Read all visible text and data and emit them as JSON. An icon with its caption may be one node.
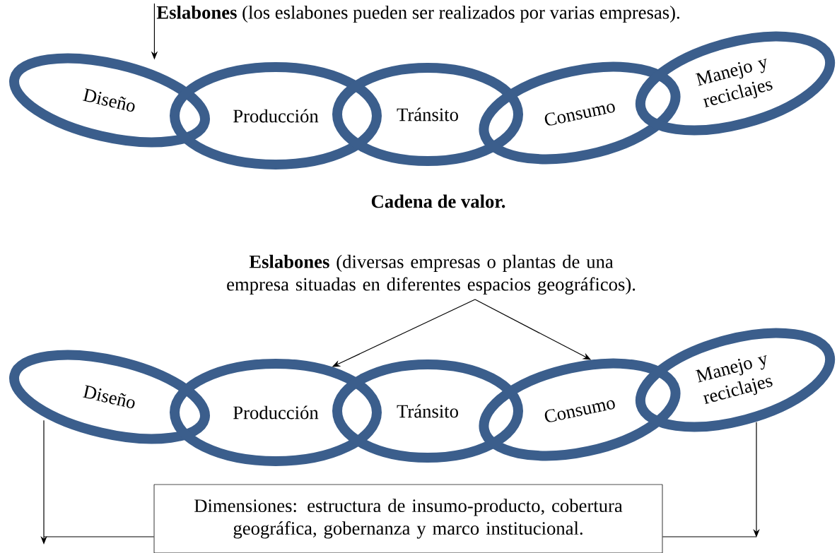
{
  "diagram": {
    "nodes": [
      {
        "text": [
          "**Eslabones** (los eslabones pueden ser realizados por varias empresas)."
        ]
      },
      {
        "text": [
          "Diseño"
        ]
      },
      {
        "text": [
          "Producción"
        ]
      },
      {
        "text": [
          "Tránsito"
        ]
      },
      {
        "text": [
          "Consumo"
        ]
      },
      {
        "text": [
          "Manejo y reciclajes"
        ]
      },
      {
        "text": [
          "**Eslabones** (diversas empresas o plantas de una empresa situadas en diferentes espacios geográficos)."
        ]
      },
      {
        "text": [
          "Diseño"
        ]
      },
      {
        "text": [
          "Producción"
        ]
      },
      {
        "text": [
          "Tránsito"
        ]
      },
      {
        "text": [
          "Consumo"
        ]
      },
      {
        "text": [
          "Manejo y reciclajes"
        ]
      },
      {
        "text": [
          "Dimensiones: estructura de insumo-producto, cobertura geográfica, gobernanza y marco institucional."
        ]
      }
    ],
    "edges": [
      {
        "from": 0,
        "to": 1,
        "arrow": "to"
      },
      {
        "from": 6,
        "to": 8,
        "arrow": "to"
      },
      {
        "from": 6,
        "to": 10,
        "arrow": "to"
      },
      {
        "from": 7,
        "to": null,
        "arrow": "to"
      },
      {
        "from": 12,
        "to": null,
        "arrow": "none"
      },
      {
        "from": 11,
        "to": null,
        "arrow": "to"
      },
      {
        "from": 12,
        "to": null,
        "arrow": "none"
      }
    ],
    "labels": [
      "Cadena de valor."
    ]
  }
}
